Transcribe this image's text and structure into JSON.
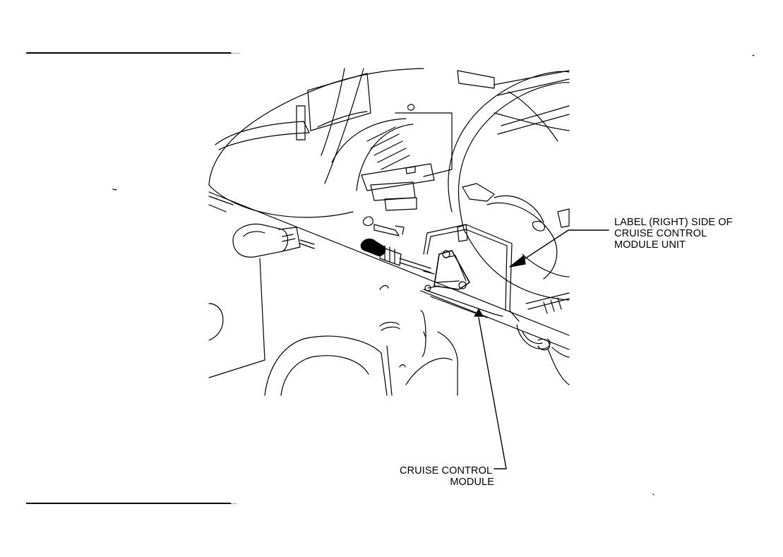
{
  "diagram": {
    "callouts": {
      "label_side": {
        "lines": [
          "LABEL (RIGHT) SIDE OF",
          "CRUISE CONTROL",
          "MODULE UNIT"
        ]
      },
      "module": {
        "lines": [
          "CRUISE  CONTROL",
          "MODULE"
        ]
      }
    }
  }
}
